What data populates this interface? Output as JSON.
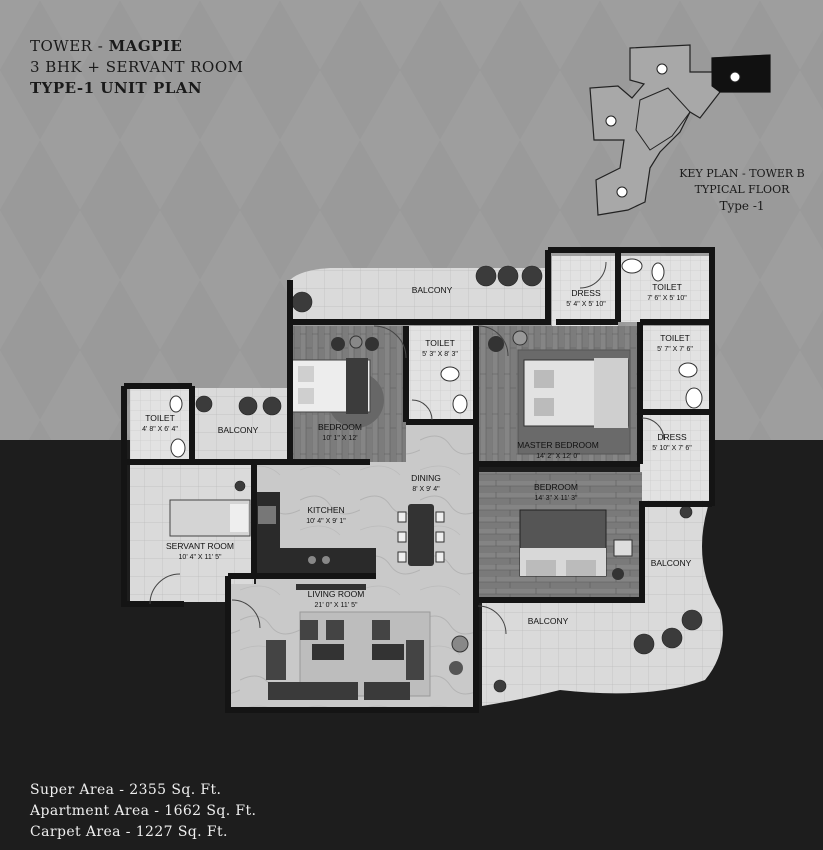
{
  "title": {
    "line1_prefix": "TOWER - ",
    "line1_name": "MAGPIE",
    "line2": "3 BHK + SERVANT ROOM",
    "line3": "TYPE-1 UNIT PLAN"
  },
  "key_plan": {
    "line1": "KEY PLAN  - TOWER B",
    "line2": "TYPICAL FLOOR",
    "line3": "Type -1"
  },
  "areas": {
    "super": "Super Area - 2355 Sq. Ft.",
    "apartment": "Apartment Area - 1662 Sq. Ft.",
    "carpet": "Carpet Area - 1227 Sq. Ft."
  },
  "rooms": {
    "balcony_top": {
      "name": "BALCONY"
    },
    "dress_top": {
      "name": "DRESS",
      "dims": "5' 4\" X 5' 10\""
    },
    "toilet_top_right": {
      "name": "TOILET",
      "dims": "7' 6\" X 5' 10\""
    },
    "toilet_mid": {
      "name": "TOILET",
      "dims": "5' 3\" X 8' 3\""
    },
    "toilet_right": {
      "name": "TOILET",
      "dims": "5' 7\" X 7' 6\""
    },
    "toilet_left": {
      "name": "TOILET",
      "dims": "4' 8\" X 6' 4\""
    },
    "balcony_left": {
      "name": "BALCONY"
    },
    "bedroom1": {
      "name": "BEDROOM",
      "dims": "10' 1\" X 12'"
    },
    "master_bedroom": {
      "name": "MASTER BEDROOM",
      "dims": "14' 2\" X 12' 0\""
    },
    "dress_right": {
      "name": "DRESS",
      "dims": "5' 10\" X 7' 6\""
    },
    "dining": {
      "name": "DINING",
      "dims": "8' X 9' 4\""
    },
    "kitchen": {
      "name": "KITCHEN",
      "dims": "10' 4\" X 9' 1\""
    },
    "bedroom2": {
      "name": "BEDROOM",
      "dims": "14' 3\" X 11' 3\""
    },
    "servant_room": {
      "name": "SERVANT ROOM",
      "dims": "10' 4\" X 11' 5\""
    },
    "balcony_right": {
      "name": "BALCONY"
    },
    "living_room": {
      "name": "LIVING ROOM",
      "dims": "21' 0\" X 11' 5\""
    },
    "balcony_bottom": {
      "name": "BALCONY"
    }
  },
  "colors": {
    "top_background": "#9a9a9a",
    "bottom_background": "#1d1d1d",
    "wall": "#161616",
    "floor_tile": "#d9d9d9",
    "wood_floor": "#7a7a7a"
  }
}
